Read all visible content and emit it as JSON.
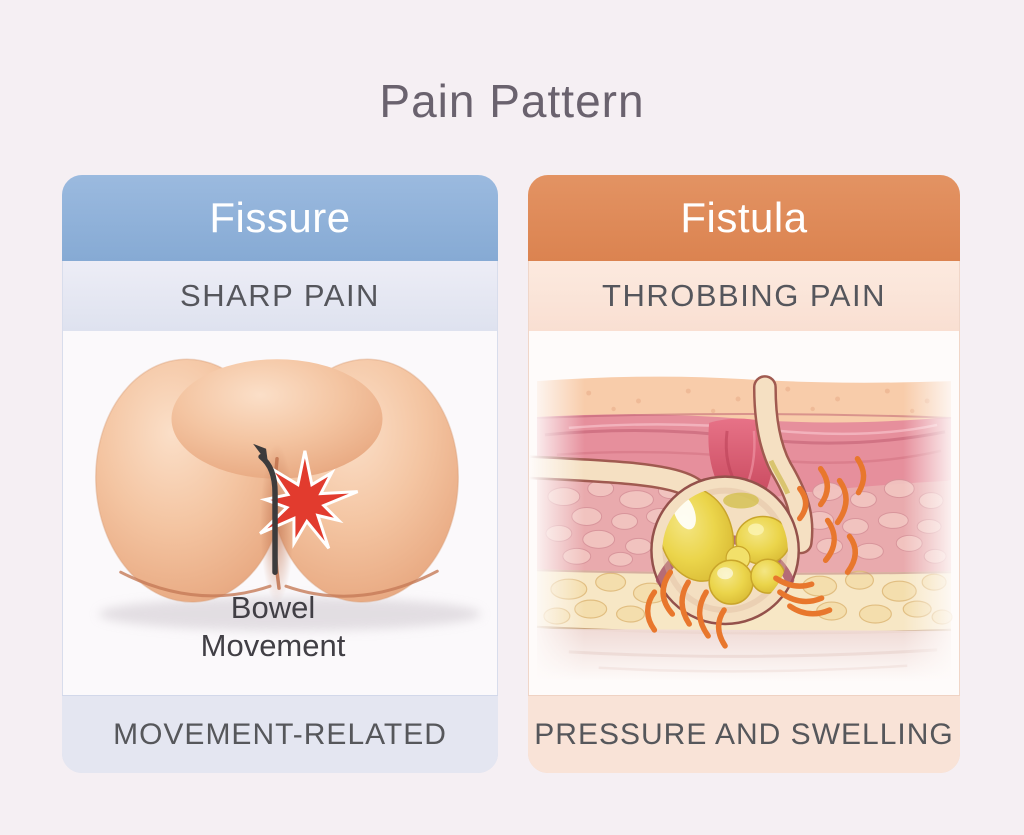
{
  "page": {
    "title": "Pain Pattern",
    "background_color": "#F5EFF3"
  },
  "cards": {
    "fissure": {
      "title": "Fissure",
      "pain_type": "SHARP PAIN",
      "footer": "MOVEMENT-RELATED",
      "annotation": {
        "line1": "Bowel",
        "line2": "Movement"
      },
      "header_color": "#8FB2D9",
      "band_color": "#E4E6F1",
      "starburst_color": "#E23B2E",
      "illustration": "buttocks with red pain starburst and arrow at anal area"
    },
    "fistula": {
      "title": "Fistula",
      "pain_type": "THROBBING PAIN",
      "footer": "PRESSURE AND SWELLING",
      "header_color": "#DF8754",
      "band_color": "#F9E3D7",
      "abscess_color": "#EBD54B",
      "throb_line_color": "#E8772D",
      "illustration": "tissue cross-section with fistula tract, pus-filled abscess and throbbing lines"
    }
  }
}
